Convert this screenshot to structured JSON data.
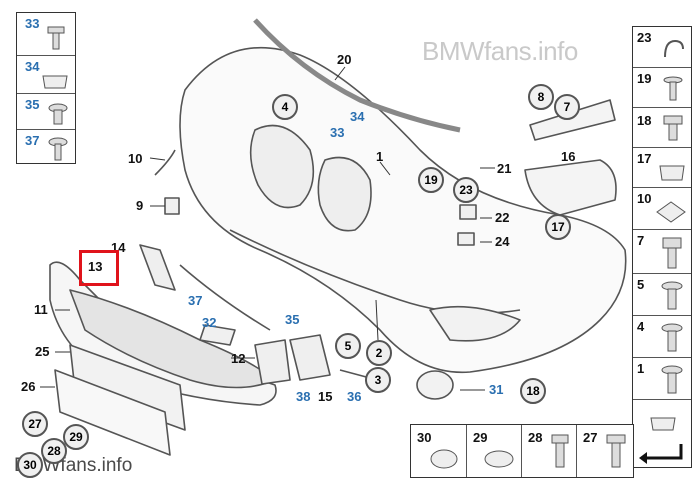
{
  "watermark_top": "BMWfans.info",
  "watermark_bottom": "BMWfans.info",
  "left_panel": [
    "33",
    "34",
    "35",
    "37"
  ],
  "right_panel": [
    "23",
    "19",
    "18",
    "17",
    "10",
    "7",
    "5",
    "4",
    "1"
  ],
  "bottom_panel": [
    "30",
    "29",
    "28",
    "27"
  ],
  "callouts": {
    "c20": "20",
    "c4": "4",
    "c34": "34",
    "c33": "33",
    "c1": "1",
    "c8": "8",
    "c7": "7",
    "c10": "10",
    "c9": "9",
    "c16": "16",
    "c19": "19",
    "c21": "21",
    "c23": "23",
    "c22": "22",
    "c24": "24",
    "c17": "17",
    "c14": "14",
    "c13": "13",
    "c11": "11",
    "c37": "37",
    "c32": "32",
    "c35": "35",
    "c25": "25",
    "c12": "12",
    "c5": "5",
    "c2": "2",
    "c3": "3",
    "c26": "26",
    "c38": "38",
    "c15": "15",
    "c36": "36",
    "c31": "31",
    "c18": "18",
    "c27": "27",
    "c29": "29",
    "c28": "28",
    "c30": "30"
  },
  "highlighted_part": "13",
  "colors": {
    "highlight": "#e0131b",
    "blue_labels": "#2a6fb0"
  }
}
